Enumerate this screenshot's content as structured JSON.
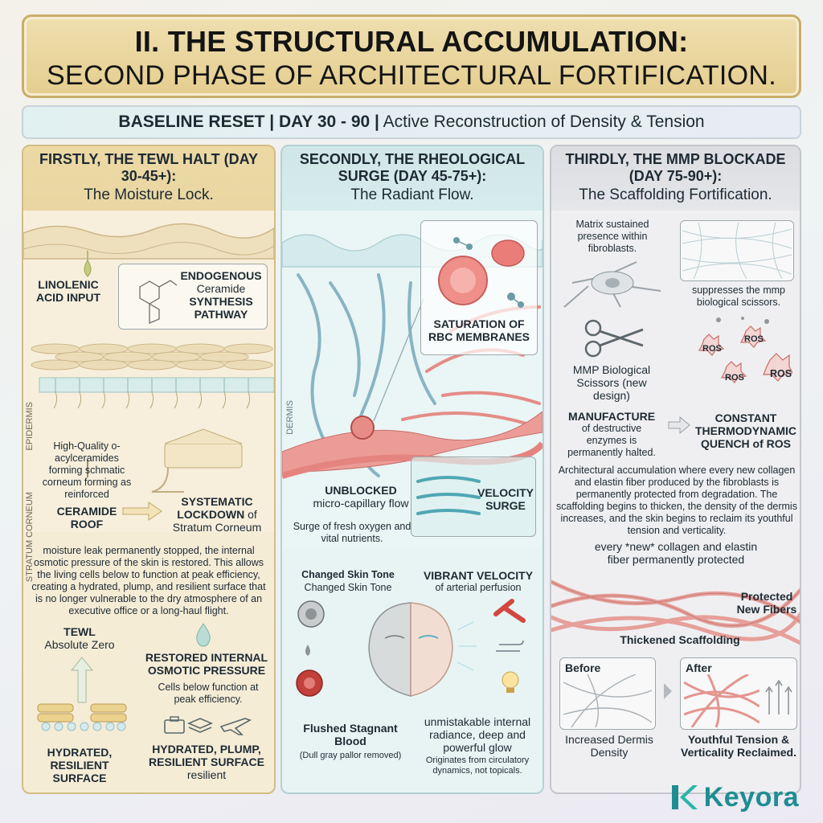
{
  "header": {
    "title_line1": "II. THE STRUCTURAL ACCUMULATION:",
    "title_line2": "SECOND PHASE OF ARCHITECTURAL FORTIFICATION.",
    "baseline_bold": "BASELINE RESET | DAY 30 - 90 |",
    "baseline_rest": " Active Reconstruction of Density & Tension"
  },
  "panel1": {
    "heading": "FIRSTLY, THE TEWL HALT (DAY 30-45+):",
    "subheading": "The Moisture Lock.",
    "epidermis_label": "EPIDERMIS",
    "stratum_label": "STRATUM CORNEUM",
    "linolenic": "LINOLENIC ACID INPUT",
    "endogenous_bold": "ENDOGENOUS",
    "endogenous_rest": "Ceramide",
    "synthesis": "SYNTHESIS PATHWAY",
    "high_quality": "High-Quality o-acylceramides forming schmatic corneum forming as reinforced",
    "ceramide_roof": "CERAMIDE ROOF",
    "systematic_bold": "SYSTEMATIC LOCKDOWN",
    "systematic_rest": " of Stratum Corneum",
    "paragraph": "moisture leak permanently stopped, the internal osmotic pressure of the skin is restored. This allows the living cells below to function at peak efficiency, creating a hydrated, plump, and resilient surface that is no longer vulnerable to the dry atmosphere of an executive office or a long-haul flight.",
    "tewl_bold": "TEWL",
    "tewl_rest": "Absolute Zero",
    "restored": "RESTORED INTERNAL OSMOTIC PRESSURE",
    "cells_below": "Cells below function at peak efficiency.",
    "hydrated_left": "HYDRATED, RESILIENT SURFACE",
    "hydrated_right": "HYDRATED, PLUMP, RESILIENT SURFACE",
    "resilient": "resilient"
  },
  "panel2": {
    "heading": "SECONDLY, THE RHEOLOGICAL SURGE (DAY 45-75+):",
    "subheading": "The Radiant Flow.",
    "dermis_label": "DERMIS",
    "saturation": "SATURATION OF RBC MEMBRANES",
    "unblocked_bold": "UNBLOCKED",
    "unblocked_rest": "micro-capillary flow",
    "surge": "Surge of fresh oxygen and vital nutrients.",
    "velocity": "VELOCITY SURGE",
    "changed_tone_1": "Changed Skin Tone",
    "changed_tone_2": "Changed Skin Tone",
    "vibrant_bold": "VIBRANT VELOCITY",
    "vibrant_rest": "of arterial perfusion",
    "flushed": "Flushed Stagnant Blood",
    "dull": "(Dull gray pallor removed)",
    "radiance": "unmistakable internal radiance, deep and powerful glow",
    "originates": "Originates from circulatory dynamics, not topicals."
  },
  "panel3": {
    "heading": "THIRDLY, THE MMP BLOCKADE (DAY 75-90+):",
    "subheading": "The Scaffolding Fortification.",
    "matrix": "Matrix sustained presence within fibroblasts.",
    "suppresses": "suppresses the mmp biological scissors.",
    "mmp_scissors": "MMP Biological Scissors (new design)",
    "ros": "ROS",
    "manufacture_bold": "MANUFACTURE",
    "manufacture_rest": "of destructive enzymes is permanently halted.",
    "constant": "CONSTANT THERMODYNAMIC QUENCH of ROS",
    "paragraph": "Architectural accumulation where every new collagen and elastin fiber produced by the fibroblasts is permanently protected from degradation. The scaffolding begins to thicken, the density of the dermis increases, and the skin begins to reclaim its youthful tension and verticality.",
    "every_new": "every *new* collagen and elastin fiber permanently protected",
    "protected": "Protected New Fibers",
    "thickened": "Thickened Scaffolding",
    "before": "Before",
    "after": "After",
    "increased": "Increased Dermis Density",
    "youthful": "Youthful Tension & Verticality Reclaimed."
  },
  "brand": {
    "name": "Keyora"
  },
  "colors": {
    "gold": "#e4cd8e",
    "teal": "#1e8d92",
    "vessel_red": "#e5847f",
    "vessel_blue": "#7fb2c2"
  }
}
